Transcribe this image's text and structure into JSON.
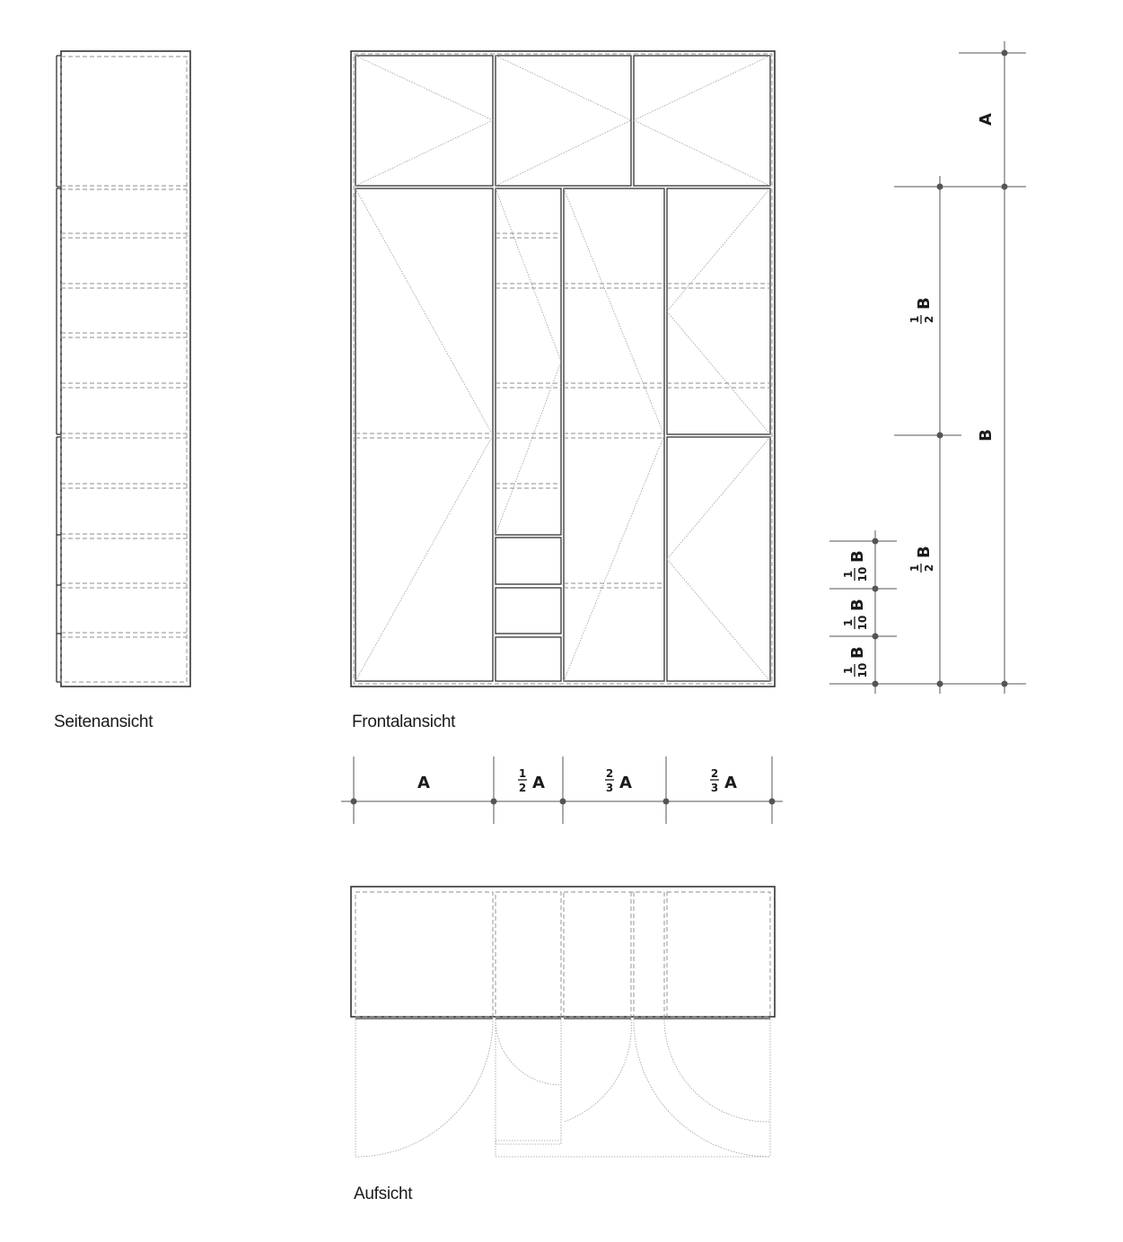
{
  "views": {
    "side": "Seitenansicht",
    "front": "Frontalansicht",
    "top": "Aufsicht"
  },
  "dimensions": {
    "bottom": [
      {
        "num": "",
        "den": "",
        "letter": "A"
      },
      {
        "num": "1",
        "den": "2",
        "letter": "A"
      },
      {
        "num": "2",
        "den": "3",
        "letter": "A"
      },
      {
        "num": "2",
        "den": "3",
        "letter": "A"
      }
    ],
    "right_outer": [
      {
        "num": "",
        "den": "",
        "letter": "A"
      },
      {
        "num": "",
        "den": "",
        "letter": "B"
      }
    ],
    "right_middle": [
      {
        "num": "1",
        "den": "2",
        "letter": "B"
      },
      {
        "num": "1",
        "den": "2",
        "letter": "B"
      }
    ],
    "right_inner": [
      {
        "num": "1",
        "den": "10",
        "letter": "B"
      },
      {
        "num": "1",
        "den": "10",
        "letter": "B"
      },
      {
        "num": "1",
        "den": "10",
        "letter": "B"
      }
    ]
  }
}
